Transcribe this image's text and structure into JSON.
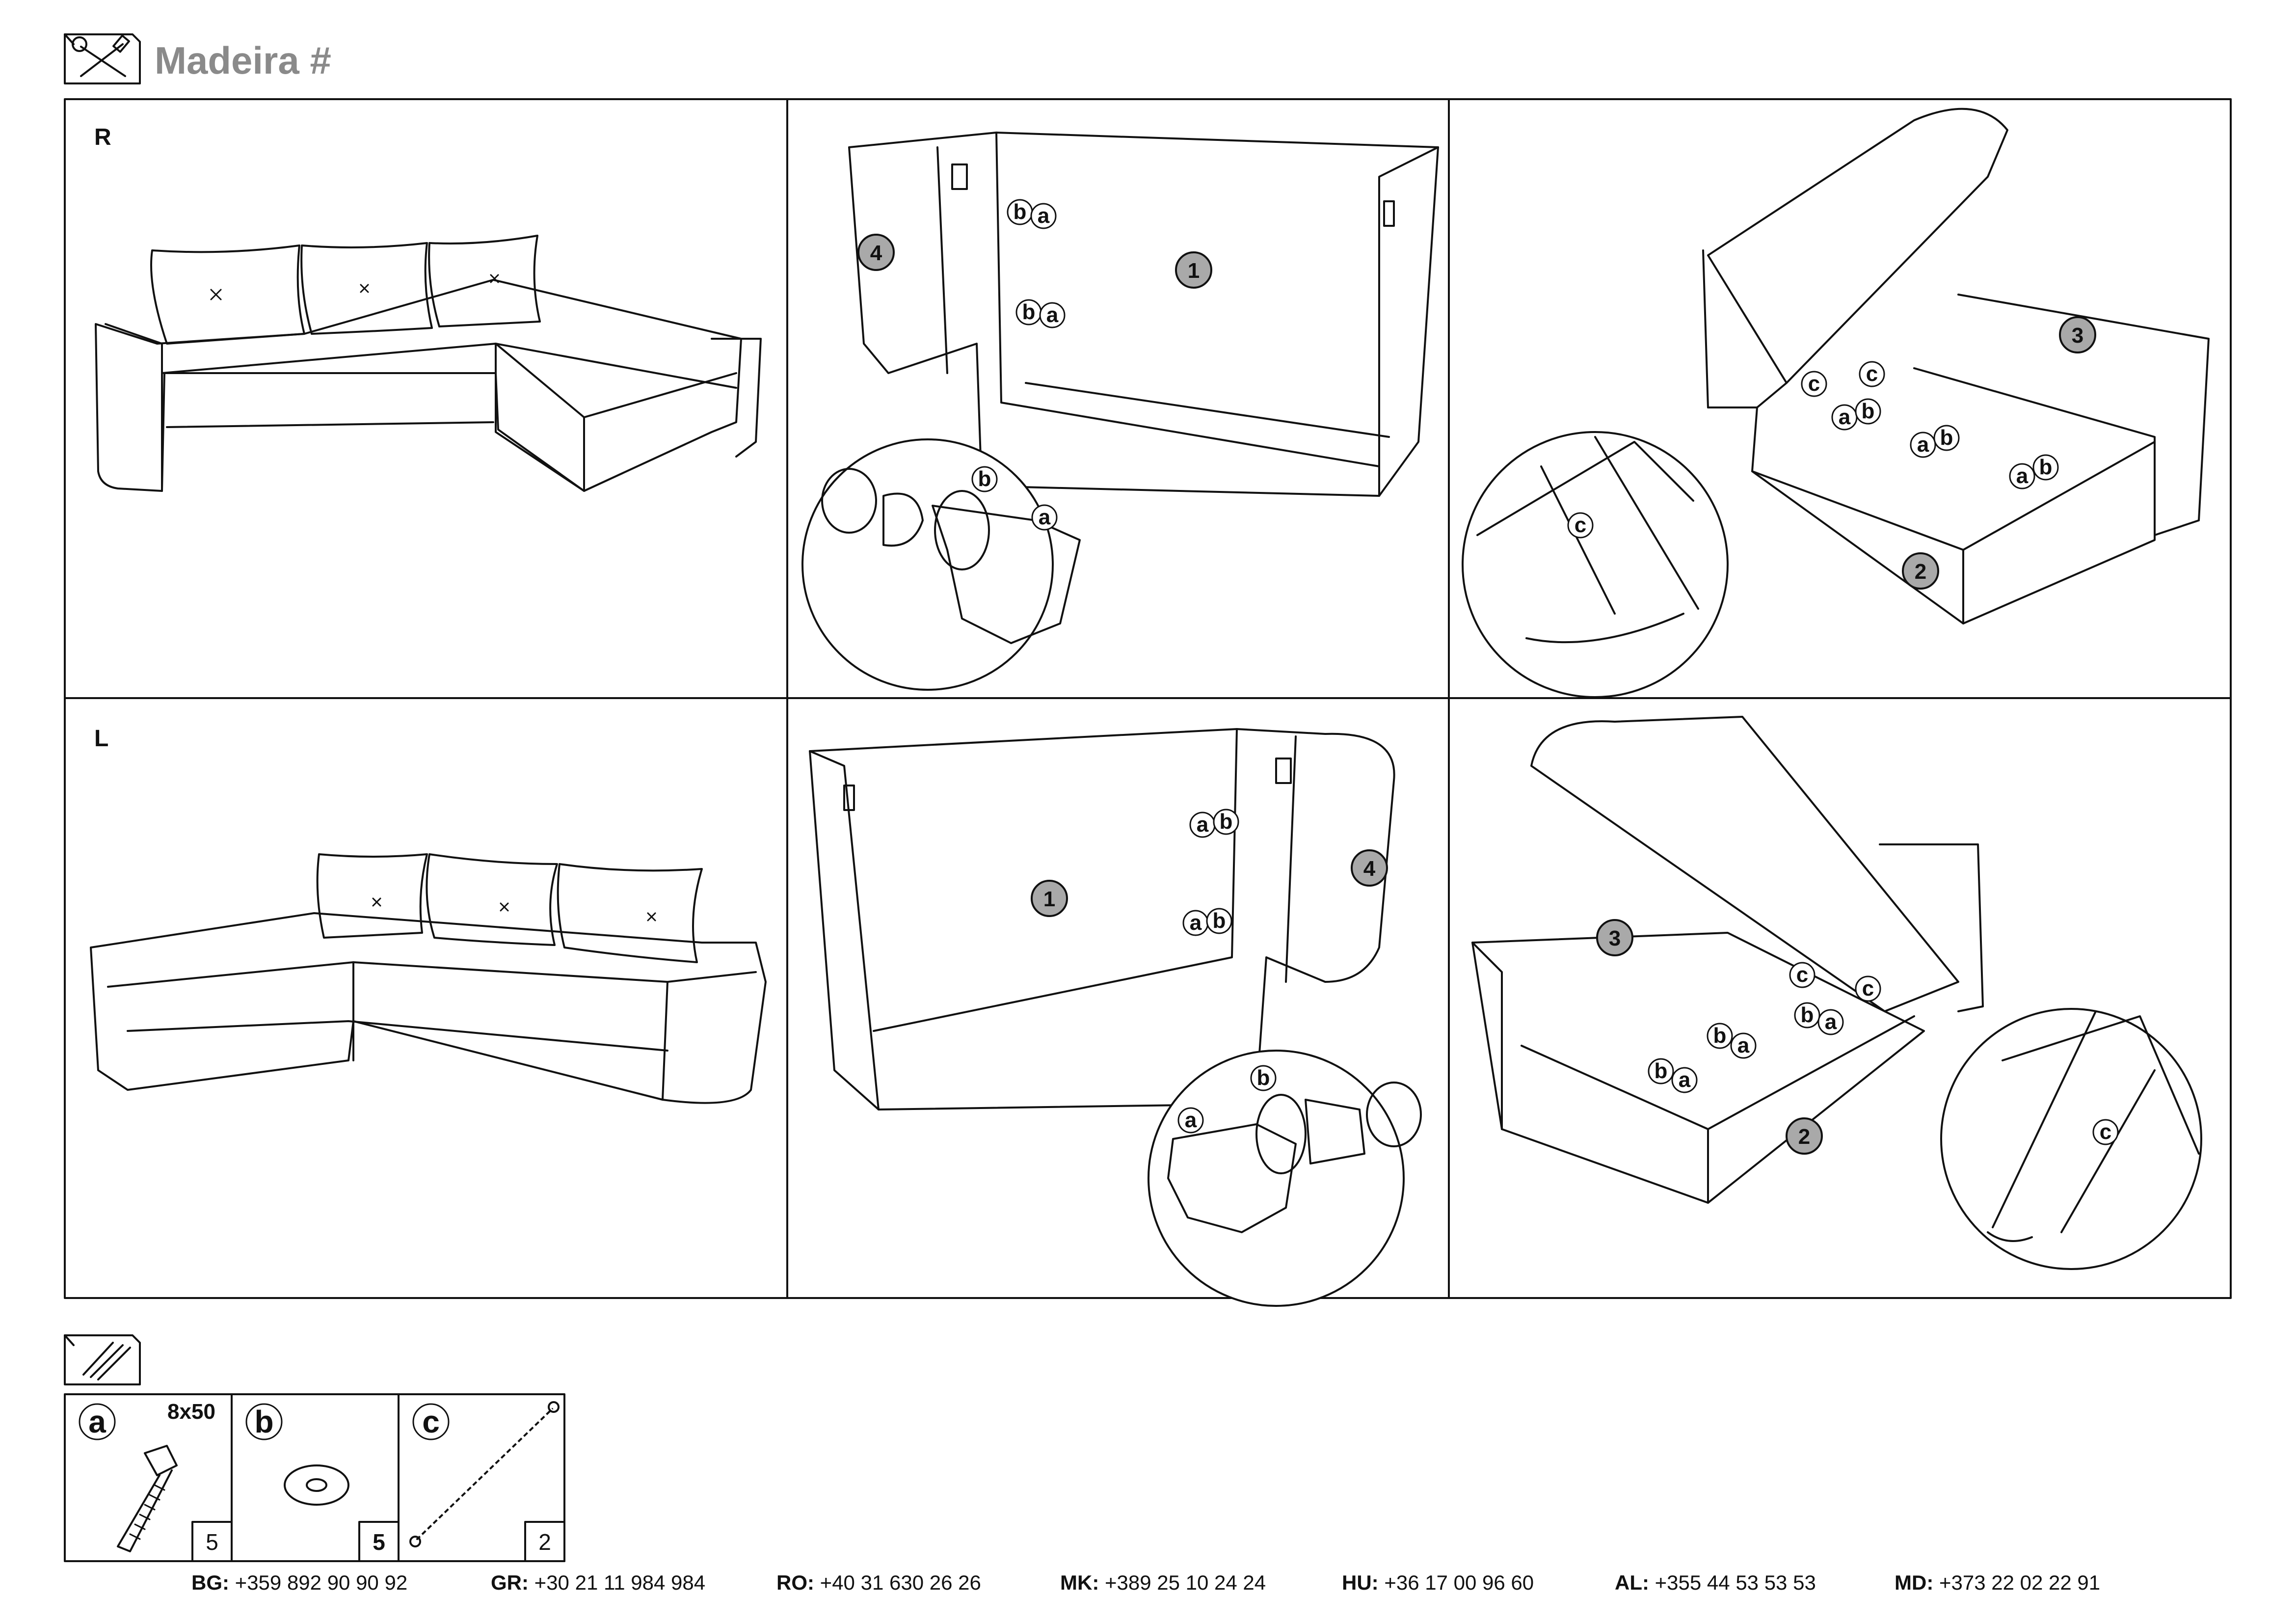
{
  "header": {
    "title": "Madeira #",
    "icon": "tools-icon"
  },
  "variants": {
    "right": "R",
    "left": "L"
  },
  "part_labels": {
    "seat": "1",
    "storage_box": "2",
    "corner_section": "3",
    "armrest": "4"
  },
  "fittings": {
    "bolt": "a",
    "washer": "b",
    "gas_spring": "c"
  },
  "hardware": {
    "icon": "hardware-icon",
    "parts": [
      {
        "letter": "a",
        "size": "8x50",
        "quantity": "5"
      },
      {
        "letter": "b",
        "size": "",
        "quantity": "5"
      },
      {
        "letter": "c",
        "size": "",
        "quantity": "2"
      }
    ]
  },
  "footer": {
    "contacts": [
      {
        "country": "BG:",
        "phone": "+359 892 90 90 92"
      },
      {
        "country": "GR:",
        "phone": "+30 21 11 984 984"
      },
      {
        "country": "RO:",
        "phone": "+40 31 630 26 26"
      },
      {
        "country": "MK:",
        "phone": "+389 25 10 24 24"
      },
      {
        "country": "HU:",
        "phone": "+36 17 00 96 60"
      },
      {
        "country": "AL:",
        "phone": "+355 44 53 53 53"
      },
      {
        "country": "MD:",
        "phone": "+373 22 02 22 91"
      }
    ]
  }
}
